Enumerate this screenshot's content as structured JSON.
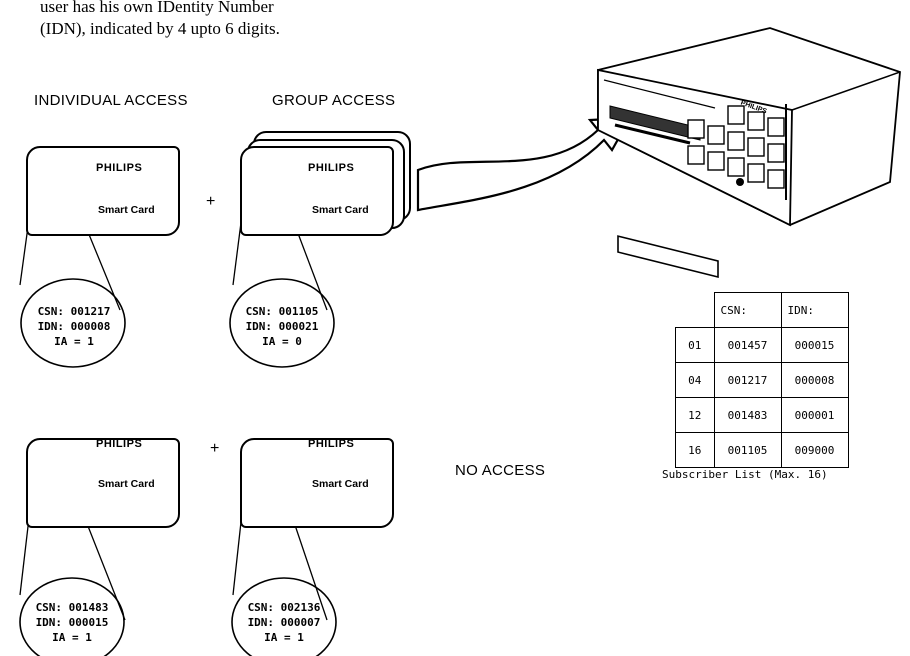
{
  "intro": {
    "line1": "user has his own IDentity Number",
    "line2": "(IDN), indicated by 4 upto 6 digits."
  },
  "headings": {
    "individual": "INDIVIDUAL ACCESS",
    "group": "GROUP ACCESS",
    "no_access": "NO ACCESS"
  },
  "plus": "+",
  "cards": [
    {
      "brand": "PHILIPS",
      "label": "Smart Card",
      "csn": "CSN: 001217",
      "idn": "IDN: 000008",
      "ia": "IA = 1"
    },
    {
      "brand": "PHILIPS",
      "label": "Smart Card",
      "csn": "CSN: 001105",
      "idn": "IDN: 000021",
      "ia": "IA = 0"
    },
    {
      "brand": "PHILIPS",
      "label": "Smart Card",
      "csn": "CSN: 001483",
      "idn": "IDN: 000015",
      "ia": "IA = 1"
    },
    {
      "brand": "PHILIPS",
      "label": "Smart Card",
      "csn": "CSN: 002136",
      "idn": "IDN: 000007",
      "ia": "IA = 1"
    }
  ],
  "device": {
    "brand": "PHILIPS"
  },
  "subscriber_list": {
    "headers": [
      "",
      "CSN:",
      "IDN:"
    ],
    "rows": [
      [
        "01",
        "001457",
        "000015"
      ],
      [
        "04",
        "001217",
        "000008"
      ],
      [
        "12",
        "001483",
        "000001"
      ],
      [
        "16",
        "001105",
        "009000"
      ]
    ],
    "caption": "Subscriber List (Max. 16)"
  }
}
